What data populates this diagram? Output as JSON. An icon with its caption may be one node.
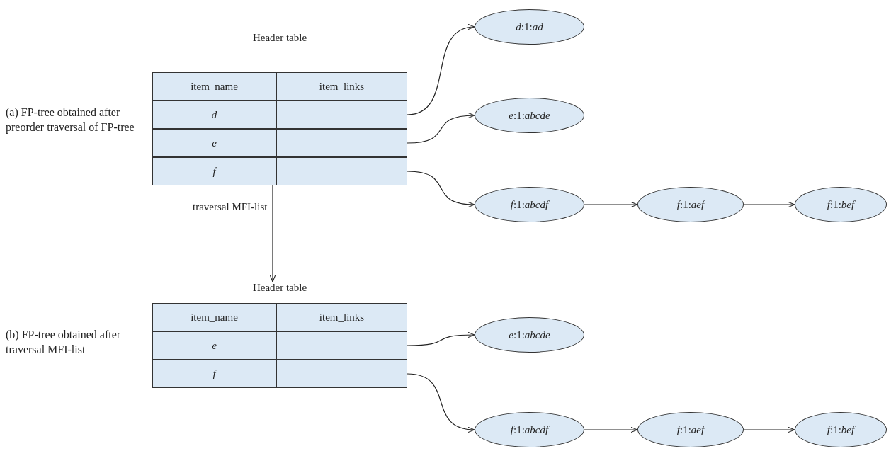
{
  "diagram": {
    "nodes": [
      {
        "text": [
          "Header table"
        ],
        "beside": [
          "(a) FP-tree obtained after preorder traversal of FP-tree"
        ]
      },
      {
        "text": [
          "item_name"
        ],
        "in": 0
      },
      {
        "text": [
          "item_links"
        ],
        "in": 0
      },
      {
        "text": [
          "d"
        ],
        "in": 0
      },
      {
        "text": [],
        "shape": "box",
        "in": 0
      },
      {
        "text": [
          "e"
        ],
        "in": 0
      },
      {
        "text": [],
        "shape": "box",
        "in": 0
      },
      {
        "text": [
          "f"
        ],
        "in": 0
      },
      {
        "text": [],
        "shape": "box",
        "in": 0
      },
      {
        "text": [
          "*d*:1:*ad*"
        ]
      },
      {
        "text": [
          "*e*:1:*abcde*"
        ]
      },
      {
        "text": [
          "*f*:1:*abcdf*"
        ]
      },
      {
        "text": [
          "*f*:1:*aef*"
        ]
      },
      {
        "text": [
          "*f*:1:*bef*"
        ]
      },
      {
        "text": [
          "Header table"
        ],
        "beside": [
          "(b) FP-tree obtained after traversal MFI-list"
        ]
      },
      {
        "text": [
          "item_name"
        ],
        "in": 14
      },
      {
        "text": [
          "item_links"
        ],
        "in": 14
      },
      {
        "text": [
          "e"
        ],
        "in": 14
      },
      {
        "text": [],
        "shape": "box",
        "in": 14
      },
      {
        "text": [
          "f"
        ],
        "in": 14
      },
      {
        "text": [],
        "shape": "box",
        "in": 14
      },
      {
        "text": [
          "*e*:1:*abcde*"
        ]
      },
      {
        "text": [
          "*f*:1:*abcdf*"
        ]
      },
      {
        "text": [
          "*f*:1:*aef*"
        ]
      },
      {
        "text": [
          "*f*:1:*bef*"
        ]
      }
    ],
    "edges": [
      {
        "from": 4,
        "to": 9,
        "arrow": "to"
      },
      {
        "from": 6,
        "to": 10,
        "arrow": "to"
      },
      {
        "from": 8,
        "to": 11,
        "arrow": "to"
      },
      {
        "from": 11,
        "to": 12,
        "arrow": "to"
      },
      {
        "from": 12,
        "to": 13,
        "arrow": "to"
      },
      {
        "from": 0,
        "to": 14,
        "arrow": "to",
        "label": "traversal MFI-list"
      },
      {
        "from": 18,
        "to": 21,
        "arrow": "to"
      },
      {
        "from": 20,
        "to": 22,
        "arrow": "to"
      },
      {
        "from": 22,
        "to": 23,
        "arrow": "to"
      },
      {
        "from": 23,
        "to": 24,
        "arrow": "to"
      }
    ]
  }
}
